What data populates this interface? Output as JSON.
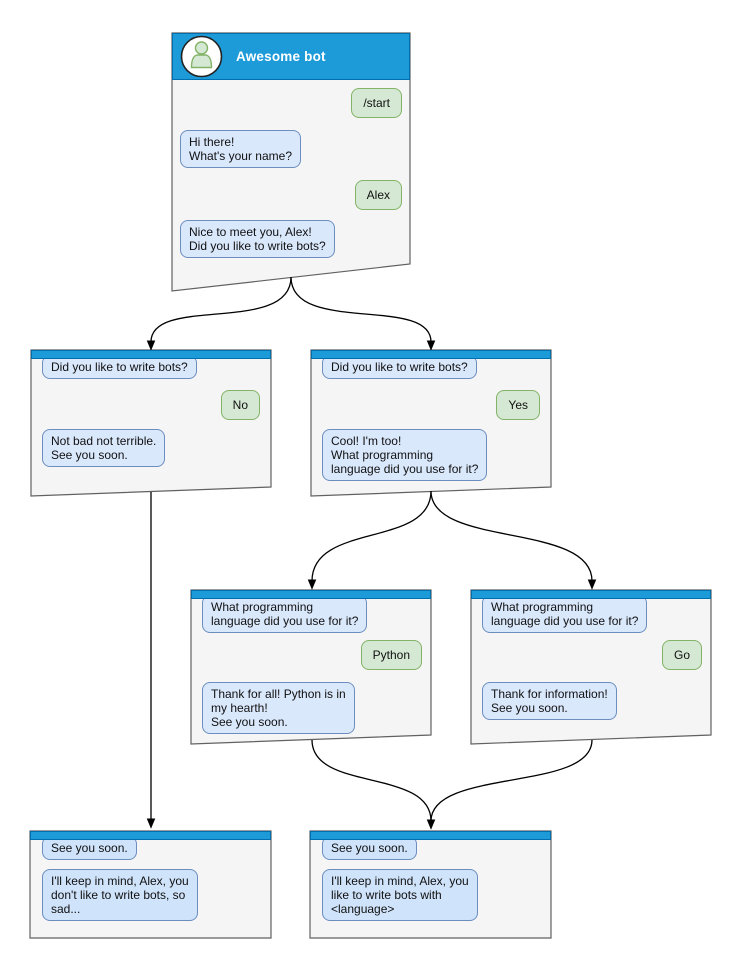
{
  "colors": {
    "accent_blue": "#1d9bd9",
    "accent_border": "#006eaf",
    "bot_bubble_fill": "#dae8fc",
    "bot_bubble_border": "#6c8ebf",
    "end_bot_bubble_fill": "#cfe3fa",
    "user_bubble_fill": "#d5e8d4",
    "user_bubble_border": "#82b366",
    "card_fill": "#f5f5f5",
    "card_border": "#616161",
    "edge_color": "#000000"
  },
  "icons": {
    "avatar": "person-icon"
  },
  "cards": [
    {
      "id": "root",
      "title": "Awesome bot",
      "messages": [
        {
          "from": "user",
          "text": "/start"
        },
        {
          "from": "bot",
          "text": "Hi there!\nWhat's your name?"
        },
        {
          "from": "user",
          "text": "Alex"
        },
        {
          "from": "bot",
          "text": "Nice to meet you, Alex!\nDid you like to write bots?"
        }
      ]
    },
    {
      "id": "branch-no",
      "messages": [
        {
          "from": "bot",
          "text": "Did you like to write bots?"
        },
        {
          "from": "user",
          "text": "No"
        },
        {
          "from": "bot",
          "text": "Not bad not terrible.\nSee you soon."
        }
      ]
    },
    {
      "id": "branch-yes",
      "messages": [
        {
          "from": "bot",
          "text": "Did you like to write bots?"
        },
        {
          "from": "user",
          "text": "Yes"
        },
        {
          "from": "bot",
          "text": "Cool! I'm too!\nWhat programming\nlanguage did you use for it?"
        }
      ]
    },
    {
      "id": "branch-python",
      "messages": [
        {
          "from": "bot",
          "text": "What programming\nlanguage did you use for it?"
        },
        {
          "from": "user",
          "text": "Python"
        },
        {
          "from": "bot",
          "text": "Thank for all! Python is in\nmy hearth!\nSee you soon."
        }
      ]
    },
    {
      "id": "branch-go",
      "messages": [
        {
          "from": "bot",
          "text": "What programming\nlanguage did you use for it?"
        },
        {
          "from": "user",
          "text": "Go"
        },
        {
          "from": "bot",
          "text": "Thank for information!\nSee you soon."
        }
      ]
    },
    {
      "id": "end-no",
      "messages": [
        {
          "from": "bot",
          "text": "See you soon."
        },
        {
          "from": "bot",
          "text": "I'll keep in mind, Alex, you\ndon't like to write bots, so\nsad..."
        }
      ]
    },
    {
      "id": "end-yes",
      "messages": [
        {
          "from": "bot",
          "text": "See you soon."
        },
        {
          "from": "bot",
          "text": "I'll keep in mind, Alex, you\nlike to write bots with\n<language>"
        }
      ]
    }
  ]
}
